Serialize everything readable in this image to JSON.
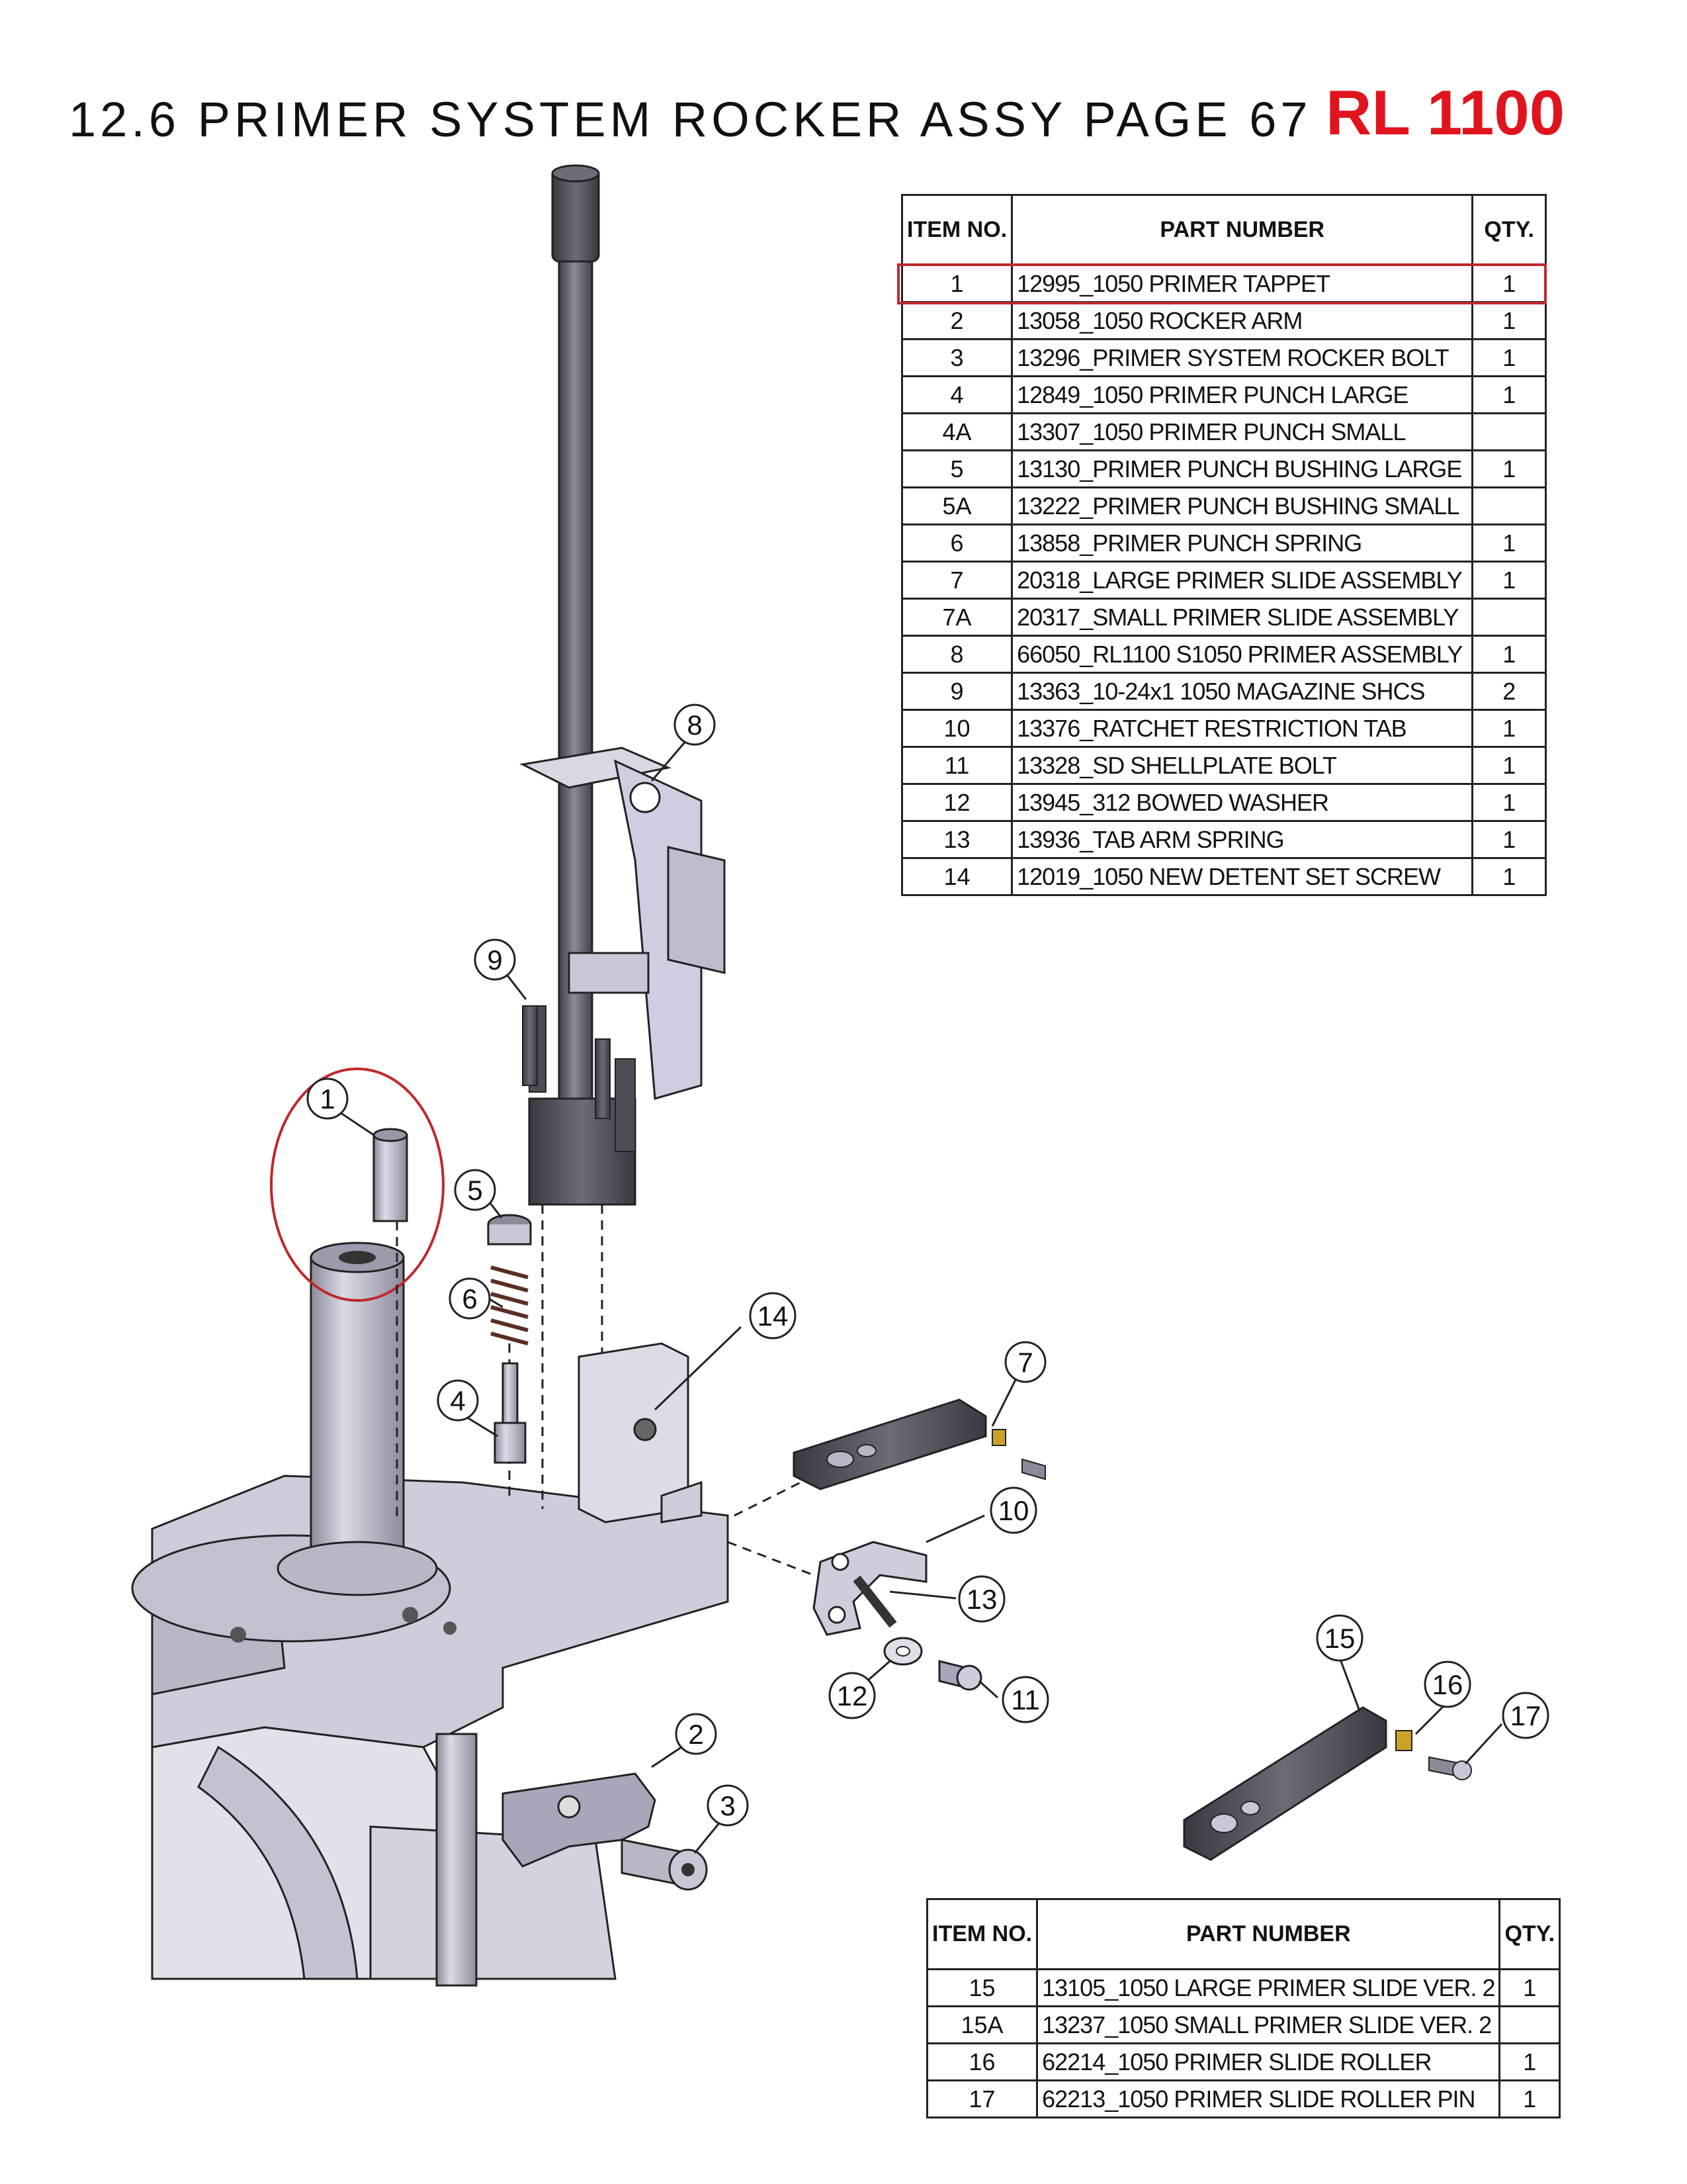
{
  "header": {
    "title": "12.6 PRIMER SYSTEM ROCKER ASSY PAGE 67",
    "brand": "RL 1100"
  },
  "colors": {
    "brand_red": "#e0141e",
    "highlight_red": "#c0282d",
    "metal_light": "#d7d5e2",
    "metal_mid": "#a8a6b8",
    "metal_dark": "#5b5a66",
    "brass": "#c9a227"
  },
  "bom_main": {
    "headers": {
      "item": "ITEM NO.",
      "part": "PART NUMBER",
      "qty": "QTY."
    },
    "rows": [
      {
        "item": "1",
        "part": "12995_1050 PRIMER TAPPET",
        "qty": "1"
      },
      {
        "item": "2",
        "part": "13058_1050 ROCKER ARM",
        "qty": "1"
      },
      {
        "item": "3",
        "part": "13296_PRIMER SYSTEM ROCKER BOLT",
        "qty": "1"
      },
      {
        "item": "4",
        "part": "12849_1050 PRIMER PUNCH LARGE",
        "qty": "1"
      },
      {
        "item": "4A",
        "part": "13307_1050 PRIMER PUNCH SMALL",
        "qty": ""
      },
      {
        "item": "5",
        "part": "13130_PRIMER PUNCH BUSHING LARGE",
        "qty": "1"
      },
      {
        "item": "5A",
        "part": "13222_PRIMER PUNCH BUSHING SMALL",
        "qty": ""
      },
      {
        "item": "6",
        "part": "13858_PRIMER PUNCH SPRING",
        "qty": "1"
      },
      {
        "item": "7",
        "part": "20318_LARGE PRIMER SLIDE ASSEMBLY",
        "qty": "1"
      },
      {
        "item": "7A",
        "part": "20317_SMALL PRIMER SLIDE ASSEMBLY",
        "qty": ""
      },
      {
        "item": "8",
        "part": "66050_RL1100 S1050 PRIMER ASSEMBLY",
        "qty": "1"
      },
      {
        "item": "9",
        "part": "13363_10-24x1 1050 MAGAZINE SHCS",
        "qty": "2"
      },
      {
        "item": "10",
        "part": "13376_RATCHET RESTRICTION TAB",
        "qty": "1"
      },
      {
        "item": "11",
        "part": "13328_SD SHELLPLATE BOLT",
        "qty": "1"
      },
      {
        "item": "12",
        "part": "13945_312 BOWED WASHER",
        "qty": "1"
      },
      {
        "item": "13",
        "part": "13936_TAB ARM SPRING",
        "qty": "1"
      },
      {
        "item": "14",
        "part": "12019_1050 NEW DETENT SET SCREW",
        "qty": "1"
      }
    ]
  },
  "bom_secondary": {
    "headers": {
      "item": "ITEM NO.",
      "part": "PART NUMBER",
      "qty": "QTY."
    },
    "rows": [
      {
        "item": "15",
        "part": "13105_1050 LARGE PRIMER SLIDE VER. 2",
        "qty": "1"
      },
      {
        "item": "15A",
        "part": "13237_1050 SMALL PRIMER SLIDE VER. 2",
        "qty": ""
      },
      {
        "item": "16",
        "part": "62214_1050 PRIMER SLIDE ROLLER",
        "qty": "1"
      },
      {
        "item": "17",
        "part": "62213_1050 PRIMER SLIDE ROLLER PIN",
        "qty": "1"
      }
    ]
  },
  "callouts": [
    "1",
    "2",
    "3",
    "4",
    "5",
    "6",
    "7",
    "8",
    "9",
    "10",
    "11",
    "12",
    "13",
    "14",
    "15",
    "16",
    "17"
  ]
}
